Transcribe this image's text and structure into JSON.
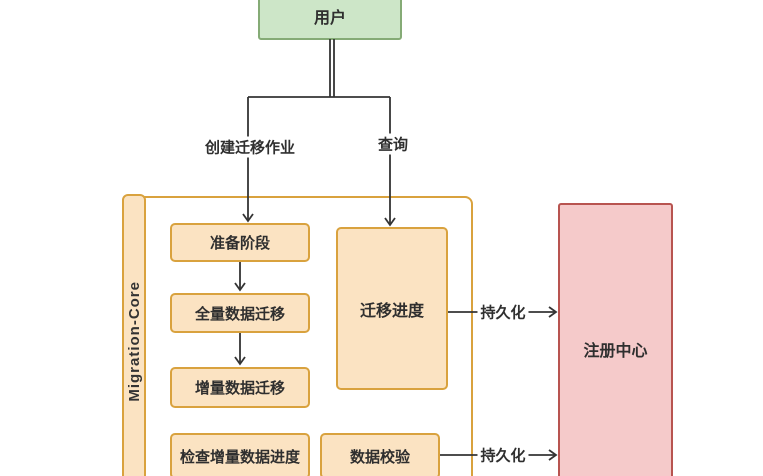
{
  "nodes": {
    "user": {
      "label": "用户"
    },
    "prepare": {
      "label": "准备阶段"
    },
    "full_migration": {
      "label": "全量数据迁移"
    },
    "incremental_migration": {
      "label": "增量数据迁移"
    },
    "check_incremental_progress": {
      "label": "检查增量数据进度"
    },
    "migration_progress": {
      "label": "迁移进度"
    },
    "data_validation": {
      "label": "数据校验"
    },
    "registry": {
      "label": "注册中心"
    }
  },
  "container": {
    "label": "Migration-Core"
  },
  "edges": {
    "create_migration_job": {
      "label": "创建迁移作业"
    },
    "query": {
      "label": "查询"
    },
    "persist_progress": {
      "label": "持久化"
    },
    "persist_validation": {
      "label": "持久化"
    }
  },
  "colors": {
    "user_fill": "#cde6c8",
    "user_border": "#85ab76",
    "core_fill": "#fbe3c2",
    "core_border": "#d9a23e",
    "registry_fill": "#f5caca",
    "registry_border": "#b85450",
    "line": "#343434",
    "text": "#2f2f2f",
    "bg": "#ffffff"
  }
}
